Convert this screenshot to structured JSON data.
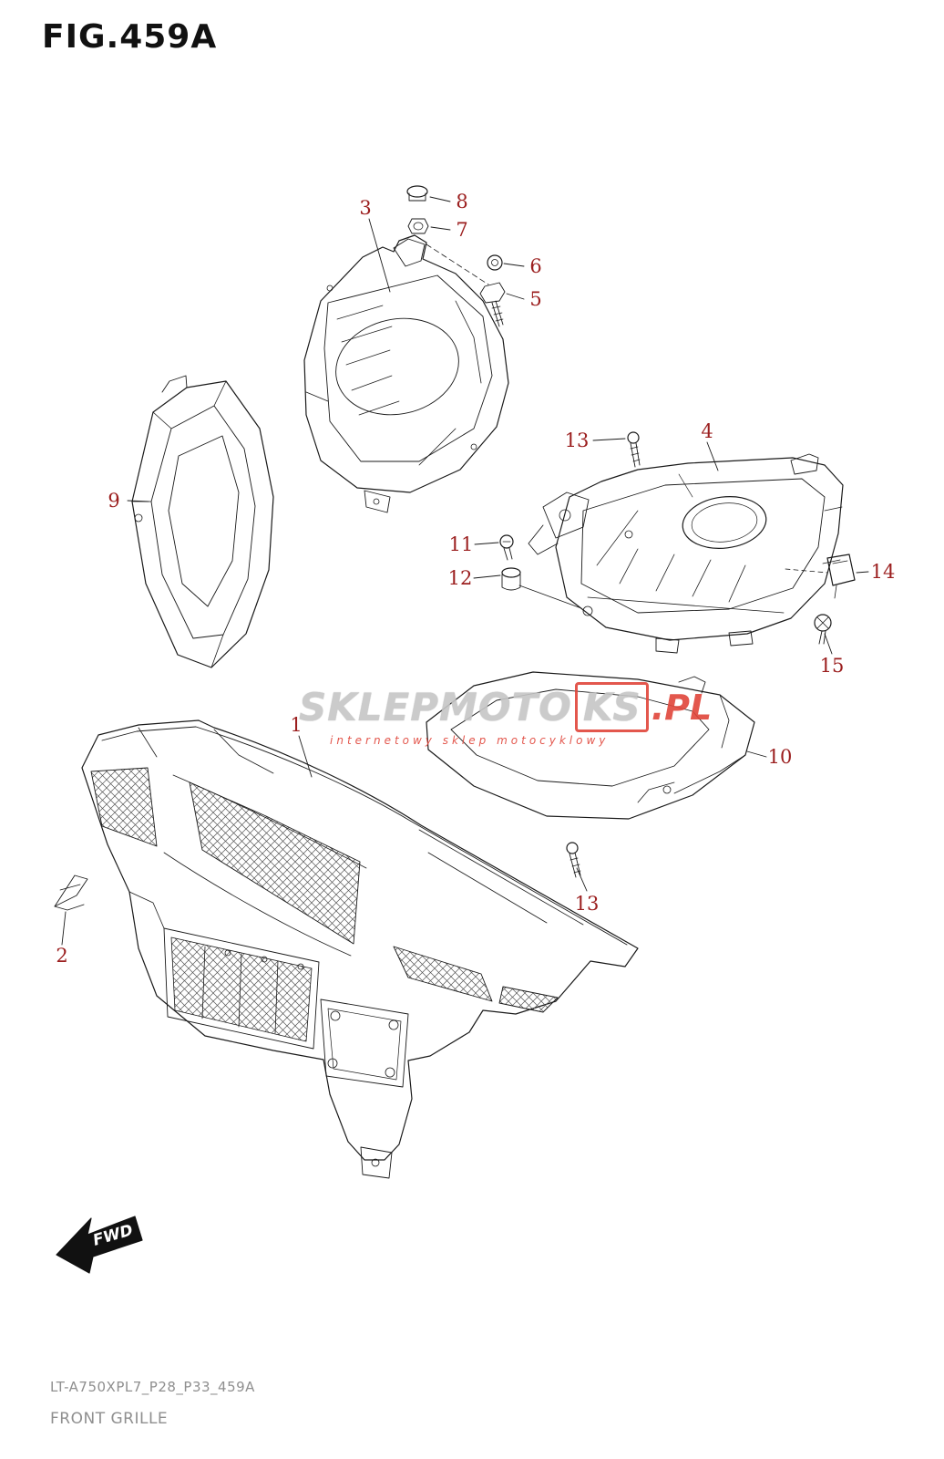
{
  "title": "FIG.459A",
  "footer": {
    "code": "LT-A750XPL7_P28_P33_459A",
    "name": "FRONT GRILLE"
  },
  "watermark": {
    "main": "SKLEPMOTO",
    "accent": "KS",
    "suffix": ".PL",
    "tagline": "internetowy sklep motocyklowy"
  },
  "fwd_label": "FWD",
  "colors": {
    "label_red": "#9b1e1e",
    "line_black": "#1a1a1a",
    "watermark_gray": "#c6c6c6",
    "watermark_red": "#e0453a"
  },
  "labels": [
    {
      "id": "3"
    },
    {
      "id": "8"
    },
    {
      "id": "7"
    },
    {
      "id": "6"
    },
    {
      "id": "5"
    },
    {
      "id": "13"
    },
    {
      "id": "4"
    },
    {
      "id": "9"
    },
    {
      "id": "11"
    },
    {
      "id": "12"
    },
    {
      "id": "14"
    },
    {
      "id": "15"
    },
    {
      "id": "1"
    },
    {
      "id": "10"
    },
    {
      "id": "13"
    },
    {
      "id": "2"
    }
  ]
}
